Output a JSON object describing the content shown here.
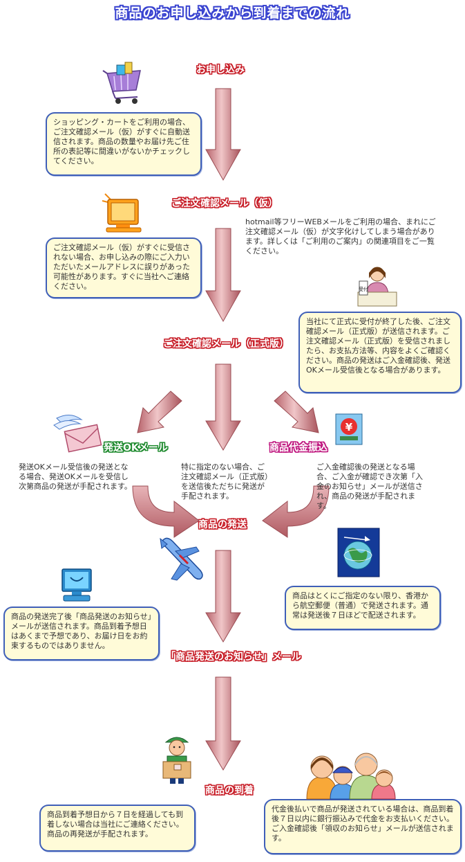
{
  "title": "商品のお申し込みから到着までの流れ",
  "steps": {
    "apply": "お申し込み",
    "temp_mail": "ご注文確認メール（仮）",
    "formal_mail": "ご注文確認メール（正式版）",
    "ok_mail": "発送OKメール",
    "cod": "商品代金振込",
    "ship": "商品の発送",
    "notice_mail": "「商品発送のお知らせ」メール",
    "arrive": "商品の到着"
  },
  "boxes": {
    "cart": "ショッピング・カートをご利用の場合、ご注文確認メール（仮）がすぐに自動送信されます。商品の数量やお届け先ご住所の表記等に間違いがないかチェックしてください。",
    "no_mail": "ご注文確認メール（仮）がすぐに受信されない場合、お申し込みの際にご入力いただいたメールアドレスに誤りがあった可能性があります。すぐに当社へご連絡ください。",
    "formal": "当社にて正式に受付が終了した後、ご注文確認メール（正式版）が送信されます。ご注文確認メール（正式版）を受信されましたら、お支払方法等、内容をよくご確認ください。商品の発送はご入金確認後、発送OKメール受信後となる場合があります。",
    "air": "商品はとくにご指定のない限り、香港から航空郵便（普通）で発送されます。通常は発送後７日ほどで配送されます。",
    "shipped": "商品の発送完了後「商品発送のお知らせ」メールが送信されます。商品到着予想日はあくまで予想であり、お届け日をお約束するものではありません。",
    "late": "商品到着予想日から７日を経過しても到着しない場合は当社にご連絡ください。商品の再発送が手配されます。",
    "cod_pay": "代金後払いで商品が発送されている場合は、商品到着後７日以内に銀行振込みで代金をお支払いください。ご入金確認後「領収のお知らせ」メールが送信されます。"
  },
  "notes": {
    "hotmail": "hotmail等フリーWEBメールをご利用の場合、まれにご注文確認メール（仮）が文字化けしてしまう場合があります。詳しくは「ご利用のご案内」の関連項目をご一覧ください。",
    "ok_mail": "発送OKメール受信後の発送となる場合、発送OKメールを受信し次第商品の発送が手配されます。",
    "none": "特に指定のない場合、ご注文確認メール（正式版）を送信後ただちに発送が手配されます。",
    "cod": "ご入金確認後の発送となる場合、ご入金が確認でき次第「入金のお知らせ」メールが送信され、商品の発送が手配されます。"
  },
  "icons": {
    "cart": "shopping-cart-icon",
    "monitor": "crt-monitor-icon",
    "reception": "reception-desk-icon",
    "reception_sign": "受付",
    "mail": "winged-envelope-icon",
    "yen": "yen-note-icon",
    "yen_sign": "¥",
    "plane": "airplane-icon",
    "globe": "globe-airmail-icon",
    "computer": "computer-icon",
    "courier": "delivery-person-icon",
    "family": "family-icon"
  },
  "colors": {
    "arrow": "#c87c82",
    "box_border": "#3f5fb8",
    "box_fill": "#fffbd8",
    "title_outline": "#3a44d0",
    "step_outline": "#c8202a"
  }
}
